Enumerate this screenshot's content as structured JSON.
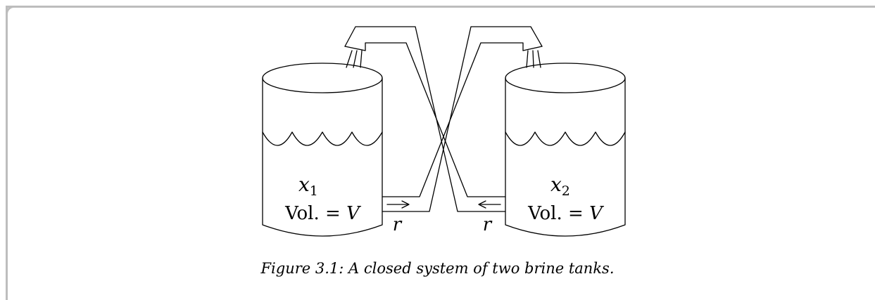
{
  "diagram": {
    "tank_left": {
      "variable": "x",
      "subscript": "1",
      "volume_prefix": "Vol. = ",
      "volume_var": "V"
    },
    "tank_right": {
      "variable": "x",
      "subscript": "2",
      "volume_prefix": "Vol. = ",
      "volume_var": "V"
    },
    "flow_left_label": "r",
    "flow_right_label": "r"
  },
  "caption": {
    "text": "Figure 3.1: A closed system of two brine tanks."
  }
}
